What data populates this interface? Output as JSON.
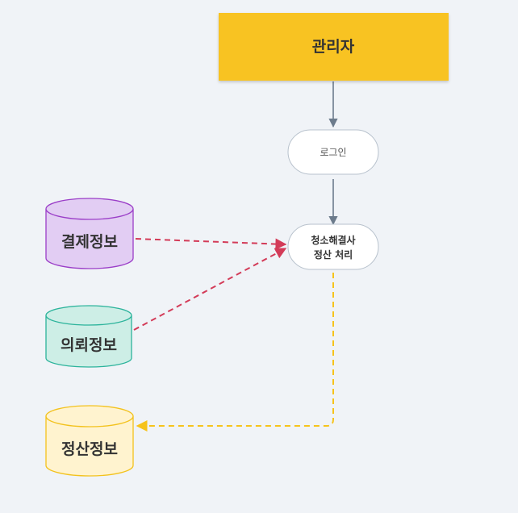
{
  "nodes": {
    "admin": {
      "label": "관리자",
      "fill": "#f8c322"
    },
    "login": {
      "label": "로그인"
    },
    "process": {
      "line1": "청소해결사",
      "line2": "정산 처리"
    },
    "payment_info": {
      "label": "결제정보",
      "fill": "#e2cdf3",
      "stroke": "#9b3ec8"
    },
    "request_info": {
      "label": "의뢰정보",
      "fill": "#cdeee6",
      "stroke": "#2bb39b"
    },
    "settlement_info": {
      "label": "정산정보",
      "fill": "#fff3cf",
      "stroke": "#f3c21d"
    }
  },
  "colors": {
    "background": "#f0f3f7",
    "arrow_solid": "#6c7b8c",
    "arrow_red": "#d33b58",
    "arrow_yellow": "#f6c31b"
  }
}
